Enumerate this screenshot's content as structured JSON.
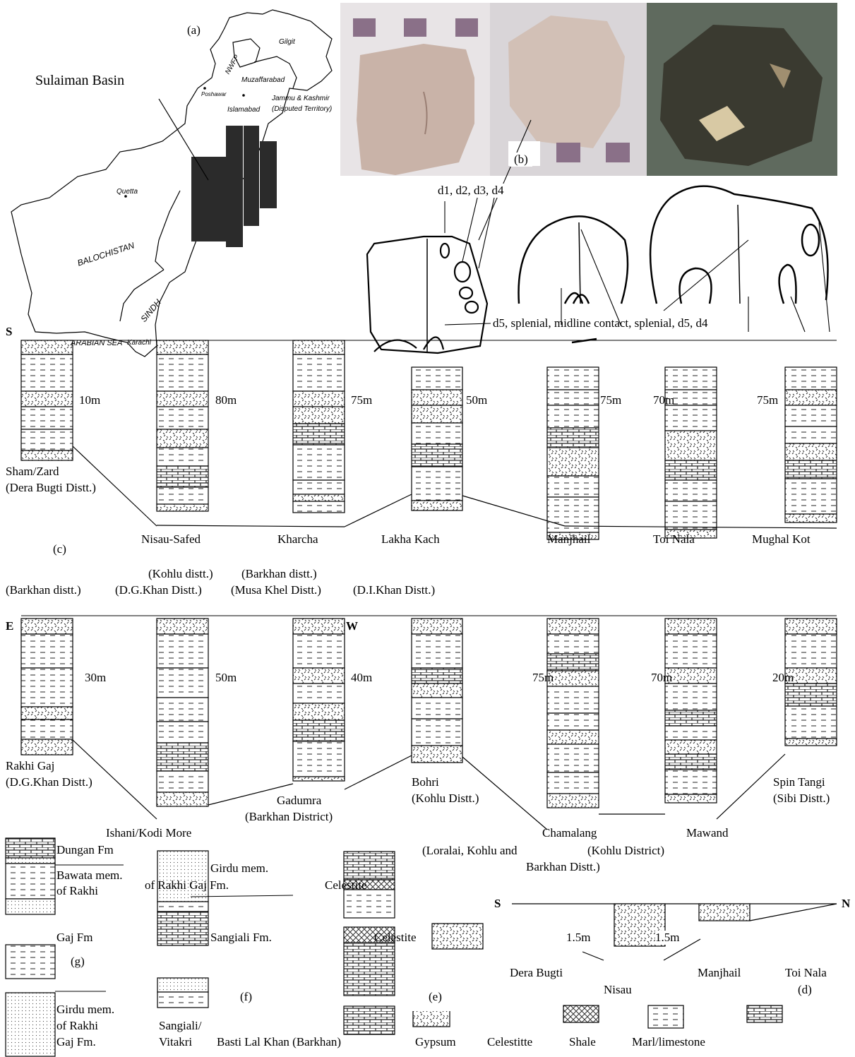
{
  "colors": {
    "bar": "#2b2b2b",
    "photo_bg": "#e8e4e6",
    "rock": "#c9b3a8",
    "rock2": "#d2c0b6",
    "dark_rock": "#3a3a30",
    "tab": "#8a7088"
  },
  "panel_a": {
    "label": "(a)",
    "basin": "Sulaiman Basin",
    "places": {
      "gilgit": "Gilgit",
      "nwfp": "NWFP",
      "muzaffarabad": "Muzaffarabad",
      "peshawar": "Poshawar",
      "islamabad": "Islamabad",
      "jk": "Jammu & Kashmir",
      "disputed": "(Disputed Territory)",
      "quetta": "Quetta",
      "balochistan": "BALOCHISTAN",
      "sindh": "SINDH",
      "arabian": "ARABIAN SEA",
      "karachi": "Karachi"
    }
  },
  "panel_b": {
    "label": "(b)",
    "top_labels": "d1, d2,  d3, d4",
    "bottom_labels": "d5,    splenial,    midline contact, splenial,     d5,  d4"
  },
  "panel_c": {
    "label": "(c)",
    "dir_left": "S",
    "columns": [
      {
        "name": "Sham/Zard",
        "thickness": "10m",
        "district": "(Dera Bugti Distt.)"
      },
      {
        "name": "Nisau-Safed",
        "thickness": "80m",
        "district": "(Barkhan distt.)"
      },
      {
        "name": "Kharcha",
        "thickness": "75m",
        "district": "(Kohlu distt.)\n(D.G.Khan Distt.)"
      },
      {
        "name": "Lakha Kach",
        "thickness": "50m",
        "district": "(Barkhan distt.)\n(Musa Khel Distt.)"
      },
      {
        "name": "Manjhail",
        "thickness": "75m",
        "district": "(D.I.Khan Distt.)"
      },
      {
        "name": "Toi Nala",
        "thickness": "70m",
        "district": ""
      },
      {
        "name": "Mughal Kot",
        "thickness": "75m",
        "district": ""
      }
    ],
    "districts_row1": [
      "(Kohlu distt.)",
      "(Barkhan distt.)"
    ],
    "districts_row2": [
      "(Barkhan distt.)",
      "(D.G.Khan Distt.)",
      "(Musa Khel Distt.)",
      "(D.I.Khan Distt.)"
    ]
  },
  "panel_g": {
    "dir_left": "E",
    "dir_mid": "W",
    "columns": [
      {
        "name": "Rakhi Gaj",
        "thickness": "30m",
        "district": "(D.G.Khan Distt.)"
      },
      {
        "name": "Ishani/Kodi More",
        "thickness": "50m",
        "district": ""
      },
      {
        "name": "Gadumra",
        "thickness": "40m",
        "district": "(Barkhan District)"
      },
      {
        "name": "Bohri",
        "thickness": "",
        "district": "(Kohlu Distt.)"
      },
      {
        "name": "Chamalang",
        "thickness": "75m",
        "district": "(Loralai, Kohlu and\nBarkhan Distt.)"
      },
      {
        "name": "Mawand",
        "thickness": "70m",
        "district": "(Kohlu District)"
      },
      {
        "name": "Spin Tangi",
        "thickness": "20m",
        "district": "(Sibi Distt.)"
      }
    ]
  },
  "legend_g": {
    "label": "(g)",
    "items": [
      "Dungan Fm",
      "Bawata mem.",
      "of Rakhi",
      "Gaj Fm",
      "Girdu mem.",
      "of Rakhi",
      "Gaj Fm."
    ]
  },
  "legend_f": {
    "label": "(f)",
    "items": [
      "Girdu mem.",
      "of Rakhi Gaj Fm.",
      "Sangiali Fm.",
      "Sangiali/",
      "Vitakri"
    ]
  },
  "legend_e": {
    "label": "(e)",
    "items": [
      "Celestite",
      "Celestite",
      "Basti Lal Khan (Barkhan)"
    ]
  },
  "panel_d": {
    "label": "(d)",
    "dir_left": "S",
    "dir_right": "N",
    "thick_left": "1.5m",
    "thick_right": "1.5m",
    "places": [
      "Dera Bugti",
      "Nisau",
      "Manjhail",
      "Toi Nala"
    ]
  },
  "key": [
    "Gypsum",
    "Celestitte",
    "Shale",
    "Marl/limestone"
  ]
}
